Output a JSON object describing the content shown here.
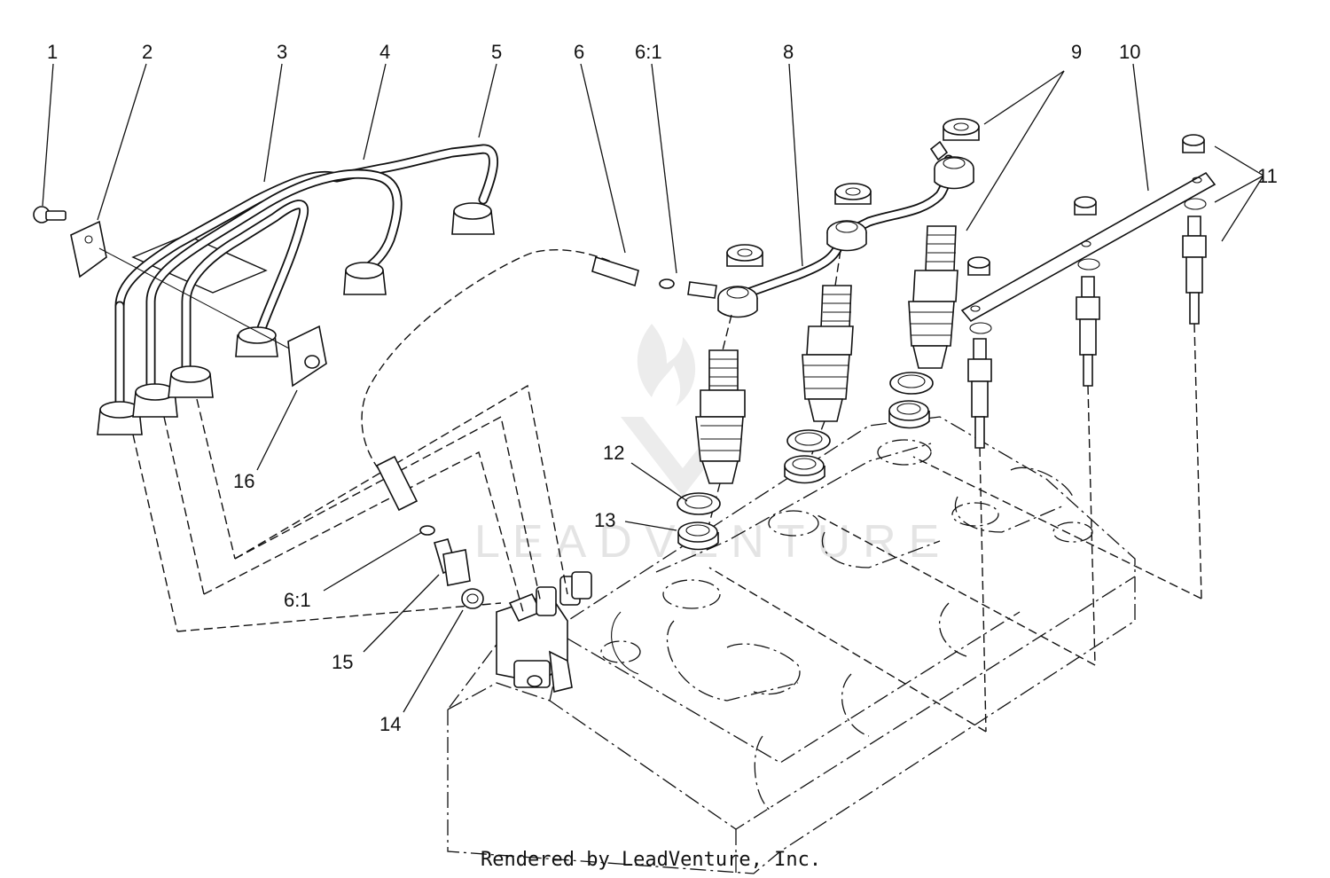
{
  "diagram": {
    "callouts": [
      {
        "id": "c1",
        "label": "1"
      },
      {
        "id": "c2",
        "label": "2"
      },
      {
        "id": "c3",
        "label": "3"
      },
      {
        "id": "c4",
        "label": "4"
      },
      {
        "id": "c5",
        "label": "5"
      },
      {
        "id": "c6",
        "label": "6"
      },
      {
        "id": "c6-1a",
        "label": "6:1"
      },
      {
        "id": "c8",
        "label": "8"
      },
      {
        "id": "c9",
        "label": "9"
      },
      {
        "id": "c10",
        "label": "10"
      },
      {
        "id": "c11",
        "label": "11"
      },
      {
        "id": "c12",
        "label": "12"
      },
      {
        "id": "c13",
        "label": "13"
      },
      {
        "id": "c14",
        "label": "14"
      },
      {
        "id": "c15",
        "label": "15"
      },
      {
        "id": "c16",
        "label": "16"
      },
      {
        "id": "c6-1b",
        "label": "6:1"
      }
    ],
    "watermark": "LEADVENTURE",
    "footer": "Rendered by LeadVenture, Inc."
  }
}
